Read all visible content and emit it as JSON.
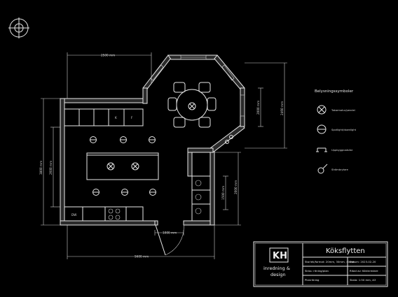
{
  "plan": {
    "dimensions": {
      "top_width": "2500 mm",
      "bottom_width": "5600 mm",
      "door_width": "1000 mm",
      "left_outer": "3800 mm",
      "left_inner": "2600 mm",
      "right_upper_outer": "2460 mm",
      "right_upper_inner": "2000 mm",
      "right_lower_outer": "2000 mm",
      "right_lower_inner": "1500 mm"
    },
    "cabinet_labels": {
      "cab_k": "K",
      "cab_f": "F",
      "cab_dw": "DW"
    }
  },
  "legend": {
    "title": "Belysningssymboler",
    "items": [
      {
        "label": "Takarmatur/pendel",
        "icon": "ceiling-lamp-icon"
      },
      {
        "label": "Spotlight/downlight",
        "icon": "spotlight-icon"
      },
      {
        "label": "Uppbyggnadslist",
        "icon": "wall-light-icon"
      },
      {
        "label": "Strömbrytare",
        "icon": "switch-icon"
      }
    ]
  },
  "title_block": {
    "logo": "KH",
    "company_line1": "inredning &",
    "company_line2": "design",
    "title": "Köksflytten",
    "row1_left": "Storlek/format: 20mm, 30mm, 40mm",
    "row1_right": "Datum: 2023-02-20",
    "row2_left": "Skiss: ritning/plan",
    "row2_right": "Ritad av: Kökinredare",
    "row3_left": "Planritning",
    "row3_right": "Skala: 1:50 mm, A3"
  }
}
